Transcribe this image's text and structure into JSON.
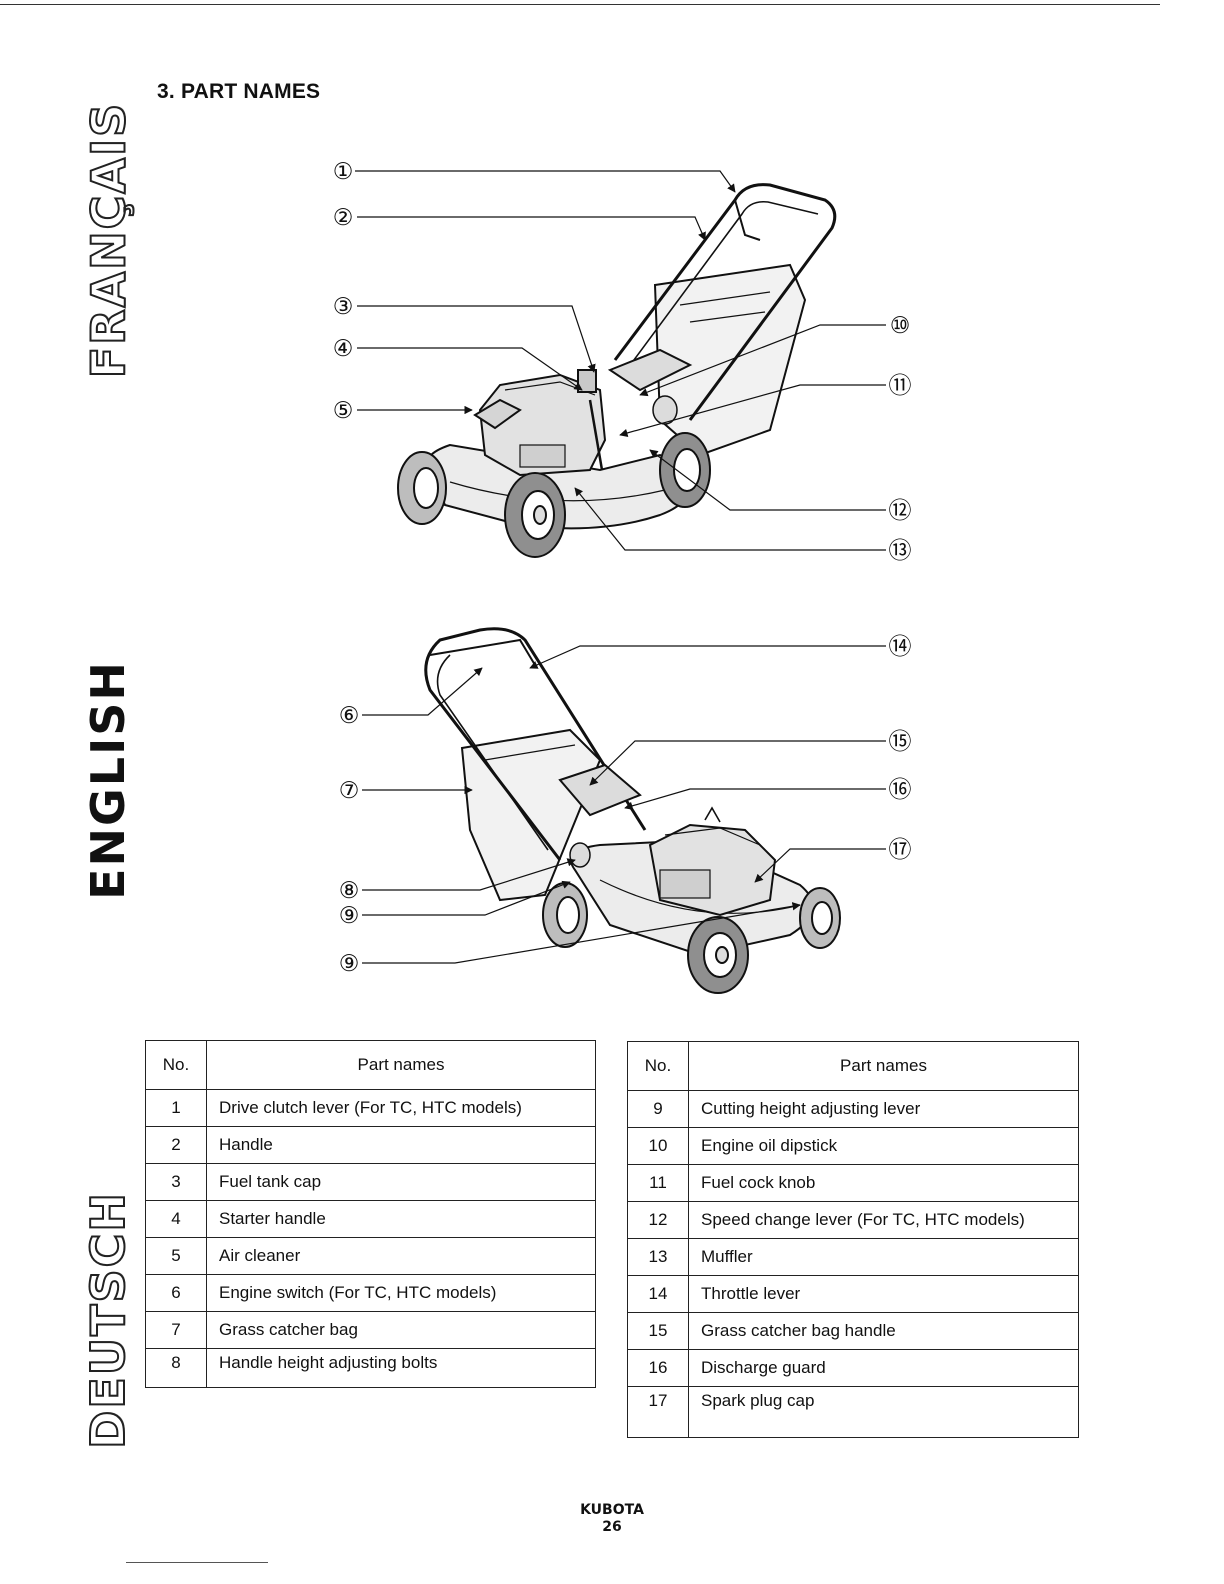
{
  "side_tabs": {
    "french": "FRANÇAIS",
    "english": "ENGLISH",
    "german": "DEUTSCH"
  },
  "section_title": "3. PART NAMES",
  "callouts_top": [
    "①",
    "②",
    "③",
    "④",
    "⑤",
    "⑩",
    "⑪",
    "⑫",
    "⑬"
  ],
  "callouts_bottom": [
    "⑥",
    "⑦",
    "⑧",
    "⑨",
    "⑨",
    "⑭",
    "⑮",
    "⑯",
    "⑰"
  ],
  "tables": {
    "header_no": "No.",
    "header_name": "Part names",
    "left": [
      {
        "no": "1",
        "name": "Drive clutch lever (For TC, HTC models)"
      },
      {
        "no": "2",
        "name": "Handle"
      },
      {
        "no": "3",
        "name": "Fuel tank cap"
      },
      {
        "no": "4",
        "name": "Starter handle"
      },
      {
        "no": "5",
        "name": "Air cleaner"
      },
      {
        "no": "6",
        "name": "Engine switch (For TC, HTC models)"
      },
      {
        "no": "7",
        "name": "Grass catcher bag"
      },
      {
        "no": "8",
        "name": "Handle height adjusting bolts"
      }
    ],
    "right": [
      {
        "no": "9",
        "name": "Cutting height adjusting lever"
      },
      {
        "no": "10",
        "name": "Engine oil dipstick"
      },
      {
        "no": "11",
        "name": "Fuel cock knob"
      },
      {
        "no": "12",
        "name": "Speed change lever (For TC, HTC models)"
      },
      {
        "no": "13",
        "name": "Muffler"
      },
      {
        "no": "14",
        "name": "Throttle lever"
      },
      {
        "no": "15",
        "name": "Grass catcher bag handle"
      },
      {
        "no": "16",
        "name": "Discharge guard"
      },
      {
        "no": "17",
        "name": "Spark plug cap"
      }
    ]
  },
  "footer": {
    "brand": "KUBOTA",
    "page": "26"
  }
}
